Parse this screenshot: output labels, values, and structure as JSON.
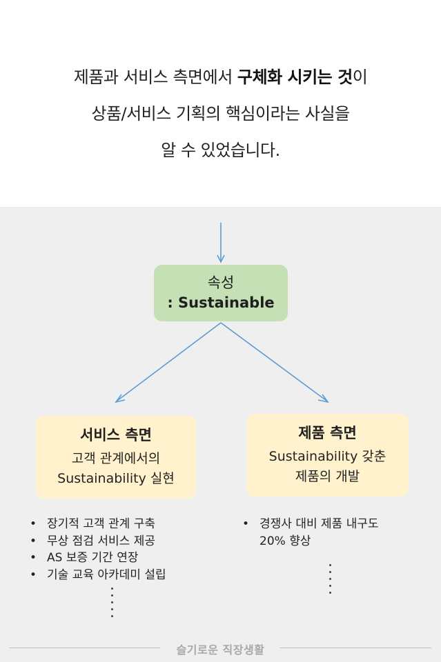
{
  "intro": {
    "line1_pre": "제품과 서비스 측면에서 ",
    "line1_bold": "구체화 시키는 것",
    "line1_post": "이",
    "line2": "상품/서비스 기획의 핵심이라는 사실을",
    "line3": "알 수 있었습니다."
  },
  "attribute": {
    "line1": "속성",
    "line2": ": Sustainable"
  },
  "service": {
    "title": "서비스 측면",
    "desc1": "고객 관계에서의",
    "desc2": "Sustainability 실현",
    "items": [
      "장기적 고객 관계 구축",
      "무상 점검 서비스 제공",
      "AS 보증 기간 연장",
      "기술 교육 아카데미 설립"
    ]
  },
  "product": {
    "title": "제품 측면",
    "desc1": "Sustainability 갖춘",
    "desc2": "제품의 개발",
    "item_line1": "경쟁사 대비 제품 내구도",
    "item_line2": "20% 향상"
  },
  "bullet": "•",
  "footer": {
    "brand": "슬기로운 직장생활"
  },
  "colors": {
    "arrow": "#5b9bd5",
    "attribute_box": "#c5e0b4",
    "side_box": "#fff2cc",
    "bottom_bg": "#efefef"
  }
}
